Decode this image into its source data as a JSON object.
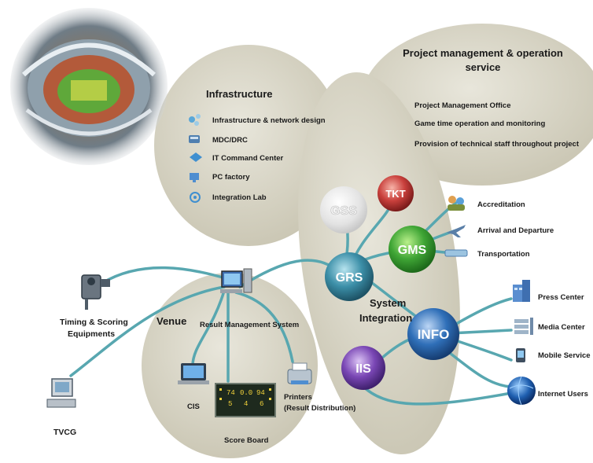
{
  "project": {
    "title_line1": "Project management & operation",
    "title_line2": "service",
    "items": [
      "Project Management Office",
      "Game time operation and monitoring",
      "Provision of technical staff throughout project"
    ]
  },
  "infrastructure": {
    "title": "Infrastructure",
    "items": [
      "Infrastructure & network design",
      "MDC/DRC",
      "IT Command Center",
      "PC factory",
      "Integration Lab"
    ]
  },
  "system_integration": {
    "title_line1": "System",
    "title_line2": "Integration",
    "orbs": {
      "gss": "GSS",
      "tkt": "TKT",
      "gms": "GMS",
      "grs": "GRS",
      "info": "INFO",
      "iis": "IIS"
    }
  },
  "gms_services": [
    "Accreditation",
    "Arrival and Departure",
    "Transportation"
  ],
  "info_outputs": [
    "Press Center",
    "Media Center",
    "Mobile Service",
    "Internet Users"
  ],
  "venue": {
    "title": "Venue",
    "rms": "Result Management System",
    "cis": "CIS",
    "score_board": "Score Board",
    "printers_line1": "Printers",
    "printers_line2": "(Result Distribution)",
    "scoreboard_values": [
      "74",
      "0.0",
      "94",
      "5",
      "4",
      "6"
    ]
  },
  "external": {
    "timing_line1": "Timing & Scoring",
    "timing_line2": "Equipments",
    "tvcg": "TVCG"
  },
  "colors": {
    "ellipse": "#d6d3c4",
    "line": "#58a7b0",
    "gms": "#3fa535",
    "tkt": "#c9403c",
    "grs": "#3c8fa8",
    "info": "#2f6fb8",
    "iis": "#7a47b5",
    "gss": "#e6e6e6"
  }
}
